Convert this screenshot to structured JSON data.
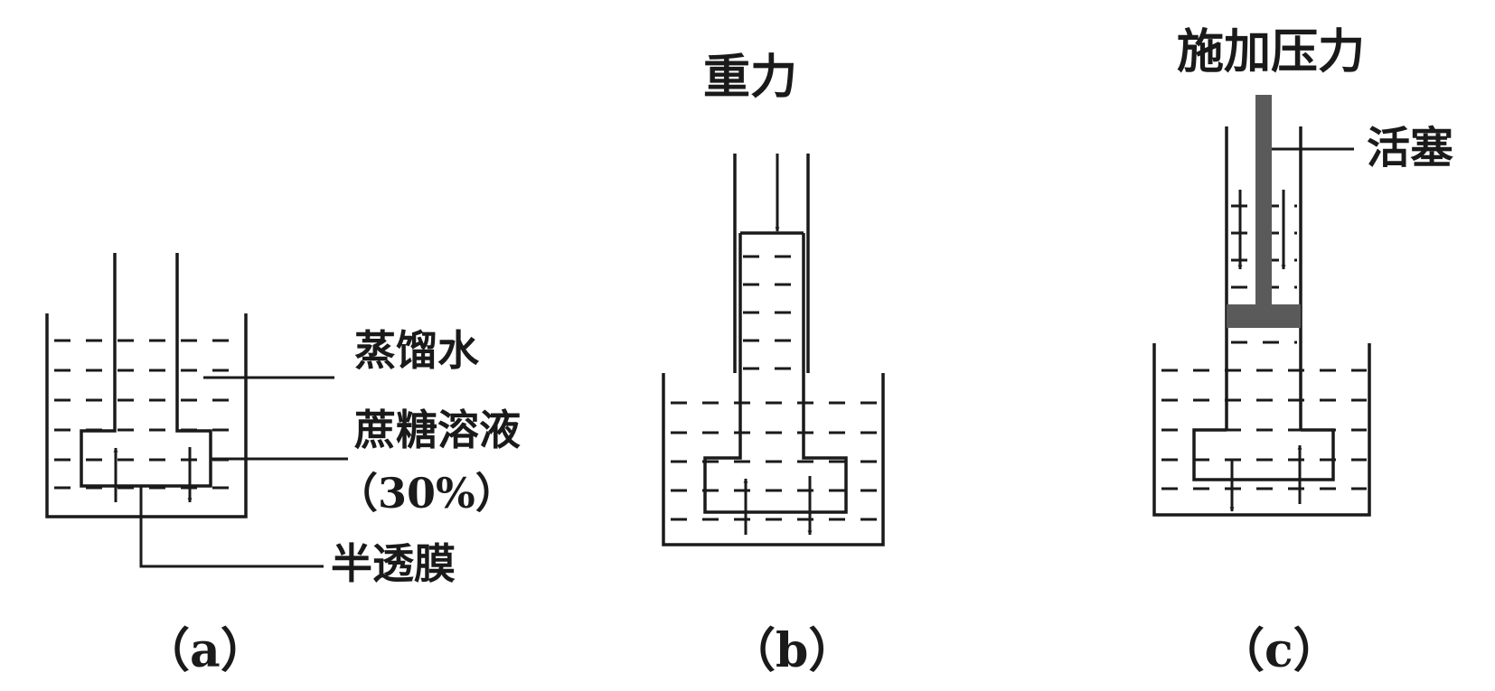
{
  "panel_a": {
    "labels": {
      "water": "蒸馏水",
      "sucrose": "蔗糖溶液",
      "concentration": "（30%）",
      "membrane": "半透膜"
    },
    "caption": "（a）"
  },
  "panel_b": {
    "labels": {
      "force": "重力"
    },
    "caption": "（b）"
  },
  "panel_c": {
    "labels": {
      "pressure": "施加压力",
      "piston": "活塞"
    },
    "caption": "（c）"
  },
  "colors": {
    "line": "#1a1a1a",
    "piston": "#5a5a5a",
    "background": "#ffffff"
  }
}
